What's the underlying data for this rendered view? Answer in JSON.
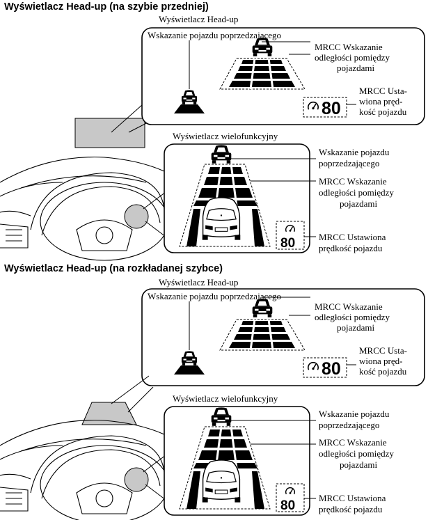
{
  "section1": {
    "heading": "Wyświetlacz Head-up (na szybie przedniej)",
    "hud": {
      "title": "Wyświetlacz Head-up",
      "preceding_vehicle": "Wskazanie pojazdu poprzedzającego",
      "distance_lines": [
        "MRCC Wskazanie",
        "odległości pomiędzy",
        "pojazdami"
      ],
      "speed_lines": [
        "MRCC Usta-",
        "wiona pręd-",
        "kość pojazdu"
      ],
      "speed_value": "80"
    },
    "mid": {
      "title": "Wyświetlacz wielofunkcyjny",
      "preceding_lines": [
        "Wskazanie pojazdu",
        "poprzedzającego"
      ],
      "distance_lines": [
        "MRCC Wskazanie",
        "odległości pomiędzy",
        "pojazdami"
      ],
      "speed_lines": [
        "MRCC Ustawiona",
        "prędkość pojazdu"
      ],
      "speed_value": "80"
    }
  },
  "section2": {
    "heading": "Wyświetlacz Head-up (na rozkładanej szybce)",
    "hud": {
      "title": "Wyświetlacz Head-up",
      "preceding_vehicle": "Wskazanie pojazdu poprzedzającego",
      "distance_lines": [
        "MRCC Wskazanie",
        "odległości pomiędzy",
        "pojazdami"
      ],
      "speed_lines": [
        "MRCC Usta-",
        "wiona pręd-",
        "kość pojazdu"
      ],
      "speed_value": "80"
    },
    "mid": {
      "title": "Wyświetlacz wielofunkcyjny",
      "preceding_lines": [
        "Wskazanie pojazdu",
        "poprzedzającego"
      ],
      "distance_lines": [
        "MRCC Wskazanie",
        "odległości pomiędzy",
        "pojazdami"
      ],
      "speed_lines": [
        "MRCC Ustawiona",
        "prędkość pojazdu"
      ],
      "speed_value": "80"
    }
  },
  "colors": {
    "panel_fill": "#c8c8c8",
    "ink": "#000000",
    "paper": "#ffffff"
  }
}
